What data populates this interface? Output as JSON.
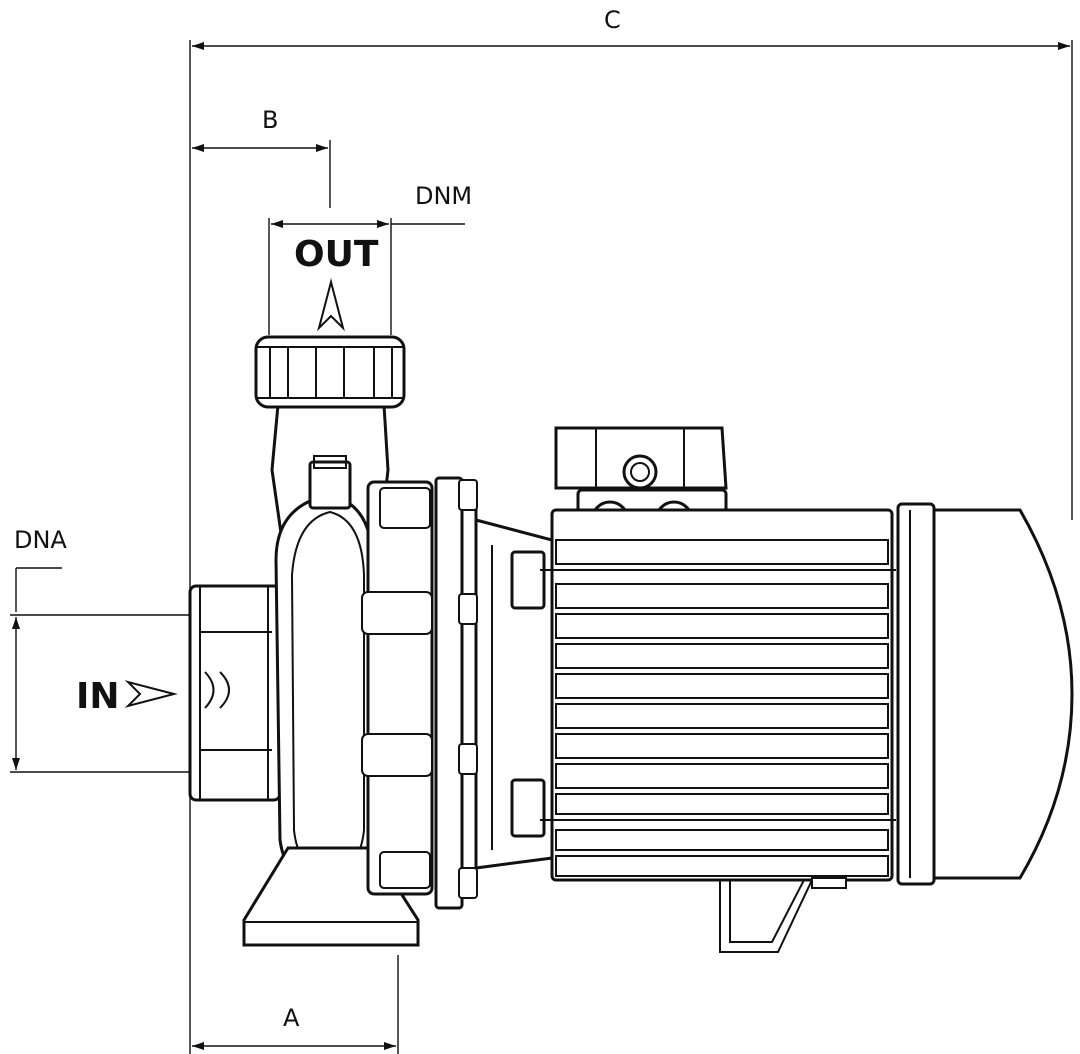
{
  "labels": {
    "dim_c": "C",
    "dim_b": "B",
    "dim_dnm": "DNM",
    "dim_dna": "DNA",
    "dim_a": "A",
    "outlet": "OUT",
    "inlet": "IN"
  }
}
